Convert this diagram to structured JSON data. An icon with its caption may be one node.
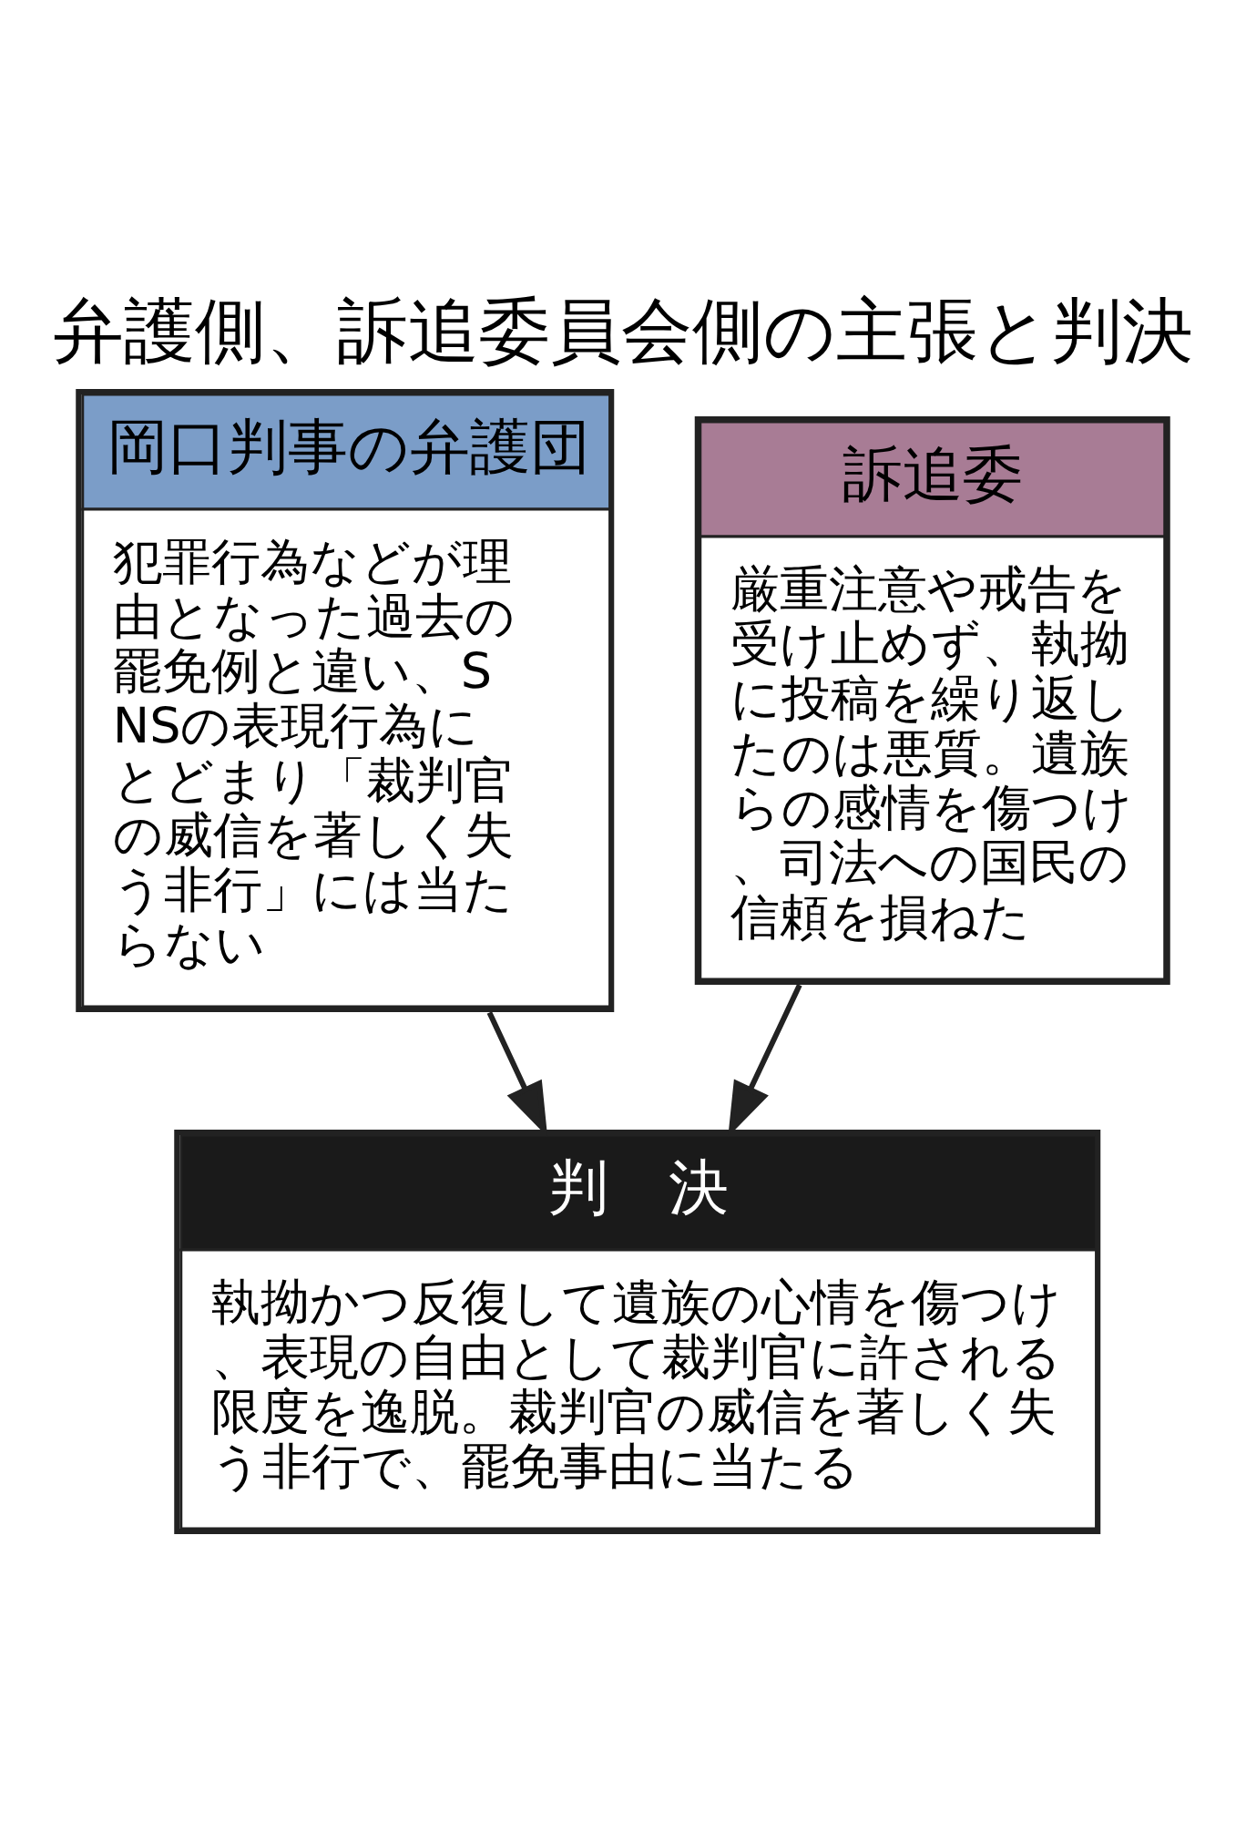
{
  "diagram": {
    "title": "弁護側、訴追委員会側の主張と判決",
    "nodes": [
      {
        "text": [
          "岡口判事の弁護団",
          "犯罪行為などが理由となった過去の罷免例と違い、SNSの表現行為にとどまり「裁判官の威信を著しく失う非行」には当たらない"
        ]
      },
      {
        "text": [
          "訴追委",
          "厳重注意や戒告を受け止めず、執拗に投稿を繰り返したのは悪質。遺族らの感情を傷つけ、司法への国民の信頼を損ねた"
        ]
      },
      {
        "text": [
          "判　決",
          "執拗かつ反復して遺族の心情を傷つけ、表現の自由として裁判官に許される限度を逸脱。裁判官の威信を著しく失う非行で、罷免事由に当たる"
        ]
      }
    ],
    "edges": [
      {
        "from": 0,
        "to": 2,
        "arrow": "to"
      },
      {
        "from": 1,
        "to": 2,
        "arrow": "to"
      }
    ]
  }
}
